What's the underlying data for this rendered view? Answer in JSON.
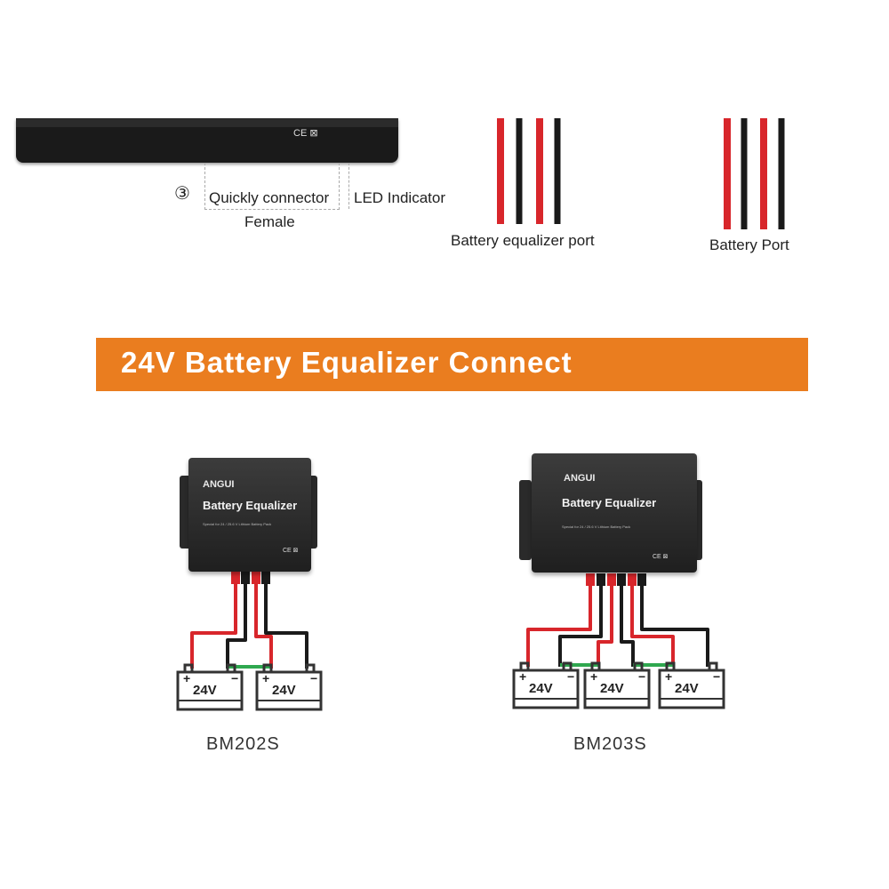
{
  "top": {
    "ce_mark": "CE ⊠",
    "circled_number": "③",
    "quick_connector": "Quickly connector",
    "female": "Female",
    "led_indicator": "LED Indicator",
    "equalizer_port": "Battery equalizer port",
    "battery_port": "Battery Port"
  },
  "banner": {
    "title": "24V Battery Equalizer Connect"
  },
  "devices": [
    {
      "brand": "ANGUI",
      "title": "Battery Equalizer",
      "note": "Special for 24 / 25.6 V Lithium Battery Pack",
      "ce": "CE ⊠",
      "model": "BM202S",
      "battery_label": "24V"
    },
    {
      "brand": "ANGUI",
      "title": "Battery Equalizer",
      "note": "Special for 24 / 25.6 V Lithium Battery Pack",
      "ce": "CE ⊠",
      "model": "BM203S",
      "battery_label": "24V"
    }
  ],
  "colors": {
    "banner": "#ea7d1f",
    "wire_red": "#d8262b",
    "wire_black": "#1a1a1a",
    "link_green": "#2fa84f"
  }
}
